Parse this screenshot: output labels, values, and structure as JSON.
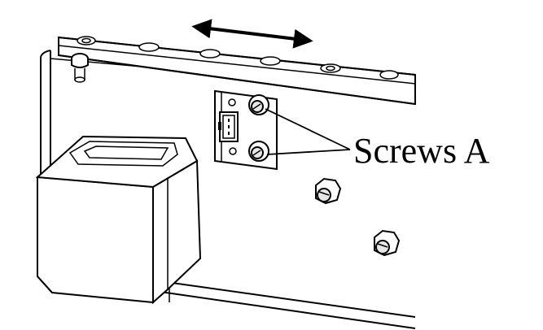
{
  "diagram": {
    "callout_label": "Screws A",
    "colors": {
      "line": "#000000",
      "fill": "#ffffff",
      "shade": "#e6e6e6",
      "dark_shade": "#bdbdbd"
    },
    "parts": [
      "rail",
      "motion-arrow",
      "frame-panel",
      "motor-block",
      "connector-board",
      "screw-a-upper",
      "screw-a-lower",
      "nut-middle",
      "nut-lower"
    ]
  }
}
